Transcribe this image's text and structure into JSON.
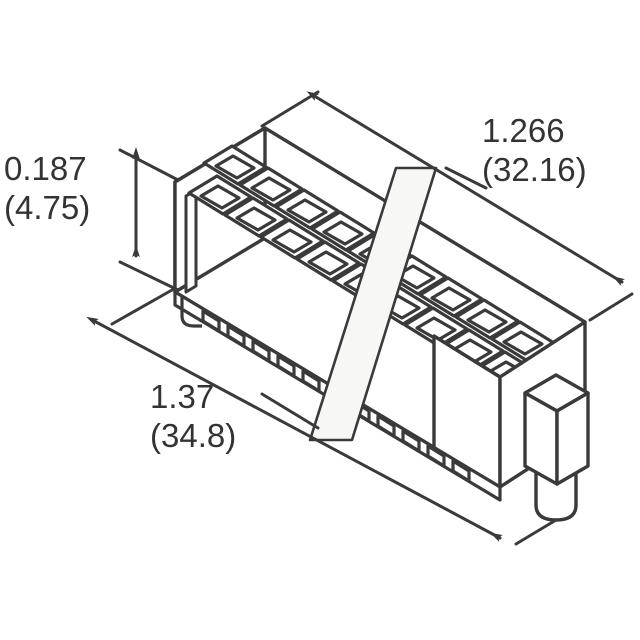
{
  "drawing": {
    "type": "isometric-mechanical-drawing",
    "subject": "dual-row board-to-board socket connector",
    "background_color": "#ffffff",
    "line_color": "#3a3a3a",
    "text_color": "#333333",
    "break_band_fill": "#f7f7f5",
    "body_fill": "#ffffff"
  },
  "dimensions": {
    "height": {
      "name": "body-height",
      "inches": "0.187",
      "millimeters": "(4.75)",
      "orientation": "vertical",
      "arrow_style": "double-headed",
      "position": "left"
    },
    "length": {
      "name": "overall-length-top",
      "inches": "1.266",
      "millimeters": "(32.16)",
      "orientation": "diagonal",
      "arrow_style": "double-headed",
      "position": "top-right"
    },
    "width": {
      "name": "overall-length-bottom",
      "inches": "1.37",
      "millimeters": "(34.8)",
      "orientation": "diagonal",
      "arrow_style": "double-headed",
      "position": "bottom-left"
    }
  },
  "features": {
    "cavity_rows": 2,
    "cavities_front_row": 9,
    "cavities_back_row": 9,
    "contact_tabs": "surface-mount leads along lower front edge",
    "alignment_peg": "rectangular boss with cylindrical post at right end",
    "break_band": "diagonal break symbol indicating shortened view",
    "end_panel": "recessed vertical panel on left end face"
  }
}
